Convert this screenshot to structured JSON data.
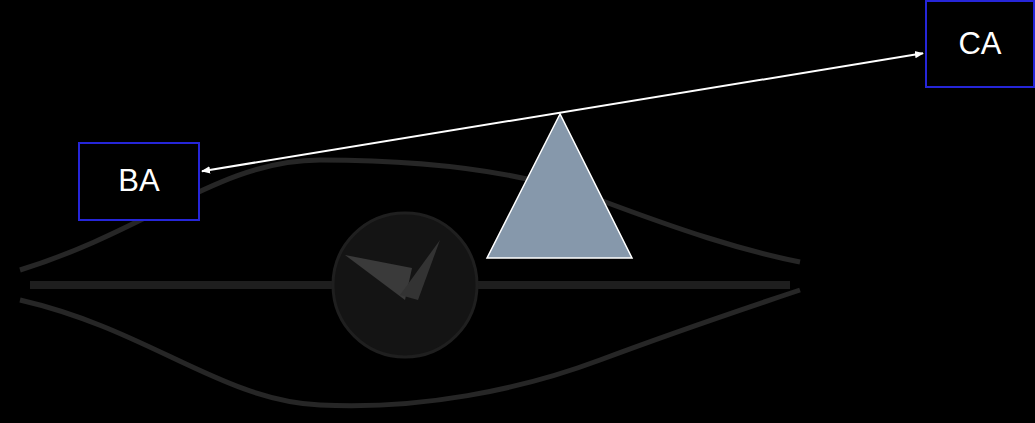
{
  "diagram": {
    "nodes": [
      {
        "text": [
          "BA"
        ]
      },
      {
        "text": [
          "CA"
        ]
      }
    ],
    "edges": [
      {
        "from": 0,
        "to": 1,
        "arrow": "both"
      }
    ]
  }
}
